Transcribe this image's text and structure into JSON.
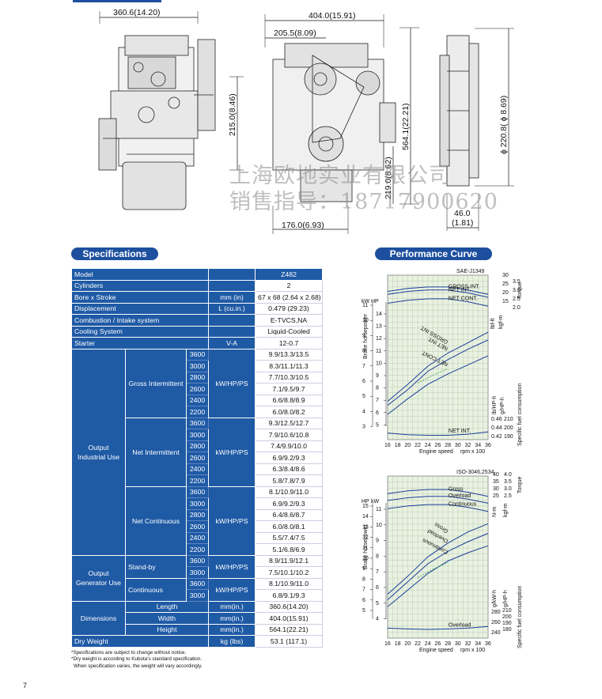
{
  "drawings": {
    "dims": {
      "d1": "360.6(14.20)",
      "d2": "404.0(15.91)",
      "d3": "205.5(8.09)",
      "d4": "215.0(8.46)",
      "d5": "564.1(22.21)",
      "d6": "219.0(8.62)",
      "d7": "176.0(6.93)",
      "d8": "ϕ 220.8( ϕ 8.69)",
      "d9a": "46.0",
      "d9b": "(1.81)"
    },
    "watermark_line1": "上海欧地实业有限公司",
    "watermark_line2": "销售指导：18717900620"
  },
  "sections": {
    "specifications": "Specifications",
    "performance": "Performance Curve"
  },
  "spec": {
    "model_label": "Model",
    "model_value": "Z482",
    "cyl_label": "Cylinders",
    "cyl_value": "2",
    "bore_label": "Bore x Stroke",
    "bore_unit": "mm (in)",
    "bore_value": "67 x 68 (2.64 x 2.68)",
    "disp_label": "Displacement",
    "disp_unit": "L (cu.in.)",
    "disp_value": "0.479 (29.23)",
    "comb_label": "Combustion / Intake system",
    "comb_value": "E-TVCS,NA",
    "cool_label": "Cooling System",
    "cool_value": "Liquid-Cooled",
    "start_label": "Starter",
    "start_unit": "V-A",
    "start_value": "12-0.7",
    "output_ind": "Output Industrial Use",
    "gross_int": "Gross Intermittent",
    "net_int": "Net Intermittent",
    "net_cont": "Net Continuous",
    "unit_khp": "kW/HP/PS",
    "rpm": [
      "3600",
      "3000",
      "2800",
      "2600",
      "2400",
      "2200"
    ],
    "gross_vals": [
      "9.9/13.3/13.5",
      "8.3/11.1/11.3",
      "7.7/10.3/10.5",
      "7.1/9.5/9.7",
      "6.6/8.8/8.9",
      "6.0/8.0/8.2"
    ],
    "netint_vals": [
      "9.3/12.5/12.7",
      "7.9/10.6/10.8",
      "7.4/9.9/10.0",
      "6.9/9.2/9.3",
      "6.3/8.4/8.6",
      "5.8/7.8/7.9"
    ],
    "netcont_vals": [
      "8.1/10.9/11.0",
      "6.9/9.2/9.3",
      "6.4/8.6/8.7",
      "6.0/8.0/8.1",
      "5.5/7.4/7.5",
      "5.1/6.8/6.9"
    ],
    "output_gen": "Output Generator Use",
    "standby": "Stand-by",
    "continuous": "Continuous",
    "gen_rpm": [
      "3600",
      "3000"
    ],
    "standby_vals": [
      "8.9/11.9/12.1",
      "7.5/10.1/10.2"
    ],
    "cont_vals": [
      "8.1/10.9/11.0",
      "6.8/9.1/9.3"
    ],
    "dimensions": "Dimensions",
    "length": "Length",
    "width": "Width",
    "height": "Height",
    "dim_unit": "mm(in.)",
    "length_value": "360.6(14.20)",
    "width_value": "404.0(15.91)",
    "height_value": "564.1(22.21)",
    "dry_label": "Dry Weight",
    "dry_unit": "kg (lbs)",
    "dry_value": "53.1 (117.1)"
  },
  "notes": {
    "n1": "*Specifications are subject to change without notice.",
    "n2": "*Dry weight is according to Kubota's standard specification.",
    "n3": "When specification varies, the weight will vary accordingly."
  },
  "page_number": "7",
  "chart_data": [
    {
      "type": "line",
      "standard": "SAE-J1349",
      "xlabel": "Engine speed",
      "xunit": "rpm x 100",
      "x_ticks": [
        "16",
        "18",
        "20",
        "22",
        "24",
        "26",
        "28",
        "30",
        "32",
        "34",
        "36"
      ],
      "xlim": [
        16,
        36
      ],
      "left_axis_label": "Brake horsepower",
      "left_units": [
        "kW",
        "HP"
      ],
      "kw_ticks": [
        "11",
        "10",
        "9",
        "8",
        "7",
        "6",
        "5",
        "4",
        "3"
      ],
      "hp_ticks": [
        "14",
        "13",
        "12",
        "11",
        "10",
        "9",
        "8",
        "7",
        "6",
        "5"
      ],
      "torque_label": "Torque",
      "torque_units": [
        "kgf-m",
        "lbf-ft"
      ],
      "torque_ticks_kgfm": [
        "3.5",
        "3.0",
        "2.5",
        "2.0"
      ],
      "torque_ticks_lbfft": [
        "30",
        "25",
        "20",
        "15"
      ],
      "fuel_label": "Specific fuel consumption",
      "fuel_units": [
        "g/HP-h",
        "lb/HP-h"
      ],
      "fuel_ticks_ghph": [
        "210",
        "200",
        "190"
      ],
      "fuel_ticks_lbhph": [
        "0.46",
        "0.44",
        "0.42"
      ],
      "series": [
        {
          "name": "GROSS INT.",
          "group": "torque",
          "x": [
            16,
            20,
            24,
            28,
            32,
            36
          ],
          "y": [
            2.95,
            3.05,
            3.1,
            3.1,
            3.0,
            2.85
          ]
        },
        {
          "name": "NET INT.",
          "group": "torque",
          "x": [
            16,
            20,
            24,
            28,
            32,
            36
          ],
          "y": [
            2.85,
            2.95,
            3.0,
            3.0,
            2.9,
            2.75
          ]
        },
        {
          "name": "NET CONT.",
          "group": "torque",
          "x": [
            16,
            20,
            24,
            28,
            32,
            36
          ],
          "y": [
            2.55,
            2.65,
            2.7,
            2.7,
            2.6,
            2.45
          ]
        },
        {
          "name": "GROSS INT.",
          "group": "power",
          "x": [
            16,
            20,
            24,
            28,
            32,
            36
          ],
          "y": [
            4.6,
            5.9,
            7.3,
            8.3,
            9.1,
            9.9
          ]
        },
        {
          "name": "NET INT.",
          "group": "power",
          "x": [
            16,
            20,
            24,
            28,
            32,
            36
          ],
          "y": [
            4.3,
            5.5,
            6.9,
            7.8,
            8.6,
            9.3
          ]
        },
        {
          "name": "NET CONT.",
          "group": "power",
          "x": [
            16,
            20,
            24,
            28,
            32,
            36
          ],
          "y": [
            3.6,
            4.8,
            5.9,
            6.7,
            7.4,
            8.1
          ]
        },
        {
          "name": "NET INT.",
          "group": "fuel",
          "x": [
            16,
            20,
            24,
            28,
            32,
            36
          ],
          "y": [
            191,
            188,
            187,
            187,
            189,
            193
          ]
        }
      ]
    },
    {
      "type": "line",
      "standard": "ISO-3046,2534",
      "xlabel": "Engine speed",
      "xunit": "rpm x 100",
      "x_ticks": [
        "16",
        "18",
        "20",
        "22",
        "24",
        "26",
        "28",
        "30",
        "32",
        "34",
        "36"
      ],
      "xlim": [
        16,
        36
      ],
      "left_axis_label": "Brake horsepower",
      "left_units": [
        "HP",
        "kW"
      ],
      "hp_ticks": [
        "15",
        "14",
        "13",
        "12",
        "11",
        "10",
        "9",
        "8",
        "7",
        "6",
        "5"
      ],
      "kw_ticks": [
        "11",
        "10",
        "9",
        "8",
        "7",
        "6",
        "5",
        "4"
      ],
      "torque_label": "Torque",
      "torque_units": [
        "N-m",
        "kgf-m"
      ],
      "torque_ticks_kgfm": [
        "4.0",
        "3.5",
        "3.0",
        "2.5"
      ],
      "torque_ticks_nm": [
        "40",
        "35",
        "30",
        "25"
      ],
      "fuel_label": "Specific fuel consumption",
      "fuel_units": [
        "g/kW-h",
        "g/HP-h"
      ],
      "fuel_ticks_gkwh": [
        "280",
        "260",
        "240"
      ],
      "fuel_ticks_ghph": [
        "210",
        "200",
        "190",
        "180"
      ],
      "series": [
        {
          "name": "Gross",
          "group": "torque",
          "x": [
            16,
            20,
            24,
            28,
            32,
            36
          ],
          "y": [
            3.3,
            3.4,
            3.45,
            3.45,
            3.35,
            3.2
          ]
        },
        {
          "name": "Overload",
          "group": "torque",
          "x": [
            16,
            20,
            24,
            28,
            32,
            36
          ],
          "y": [
            3.05,
            3.15,
            3.2,
            3.2,
            3.1,
            2.95
          ]
        },
        {
          "name": "Continuous",
          "group": "torque",
          "x": [
            16,
            20,
            24,
            28,
            32,
            36
          ],
          "y": [
            2.75,
            2.85,
            2.9,
            2.9,
            2.8,
            2.65
          ]
        },
        {
          "name": "Gross",
          "group": "power",
          "x": [
            16,
            20,
            24,
            28,
            32,
            36
          ],
          "y": [
            4.8,
            6.1,
            7.5,
            8.5,
            9.3,
            9.9
          ]
        },
        {
          "name": "Overload",
          "group": "power",
          "x": [
            16,
            20,
            24,
            28,
            32,
            36
          ],
          "y": [
            4.4,
            5.7,
            7.0,
            7.9,
            8.6,
            9.2
          ]
        },
        {
          "name": "Continuous",
          "group": "power",
          "x": [
            16,
            20,
            24,
            28,
            32,
            36
          ],
          "y": [
            3.9,
            5.1,
            6.3,
            7.2,
            7.8,
            8.3
          ]
        },
        {
          "name": "Overload",
          "group": "fuel",
          "x": [
            16,
            20,
            24,
            28,
            32,
            36
          ],
          "y": [
            251,
            249,
            248,
            249,
            251,
            255
          ]
        }
      ]
    }
  ]
}
